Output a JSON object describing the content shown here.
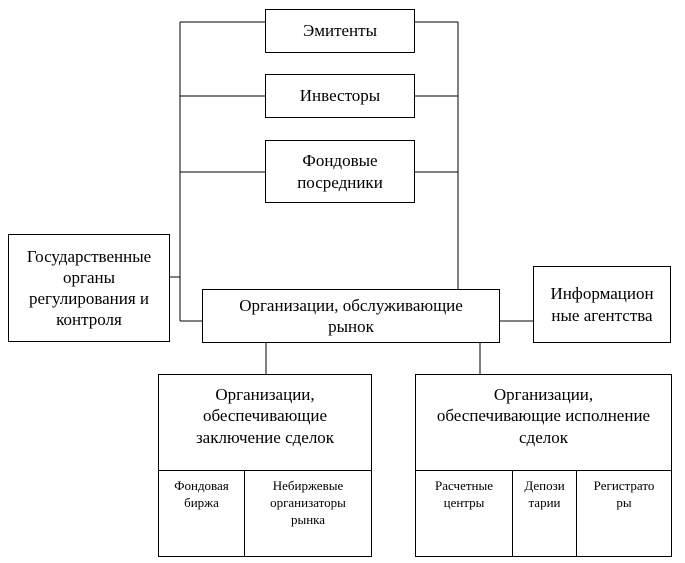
{
  "emitents": "Эмитенты",
  "investors": "Инвесторы",
  "intermediaries": "Фондовые\nпосредники",
  "government": "Государственные\nорганы\nрегулирования и\nконтроля",
  "market_orgs": "Организации, обслуживающие\nрынок",
  "info_agencies": "Информацион\nные агентства",
  "deal_orgs": {
    "title": "Организации,\nобеспечивающие\nзаключение сделок",
    "stock_exchange": "Фондовая\nбиржа",
    "otc_organizers": "Небиржевые\nорганизаторы\nрынка"
  },
  "exec_orgs": {
    "title": "Организации,\nобеспечивающие исполнение\nсделок",
    "settlement": "Расчетные\nцентры",
    "depositories": "Депози\nтарии",
    "registrars": "Регистрато\nры"
  }
}
